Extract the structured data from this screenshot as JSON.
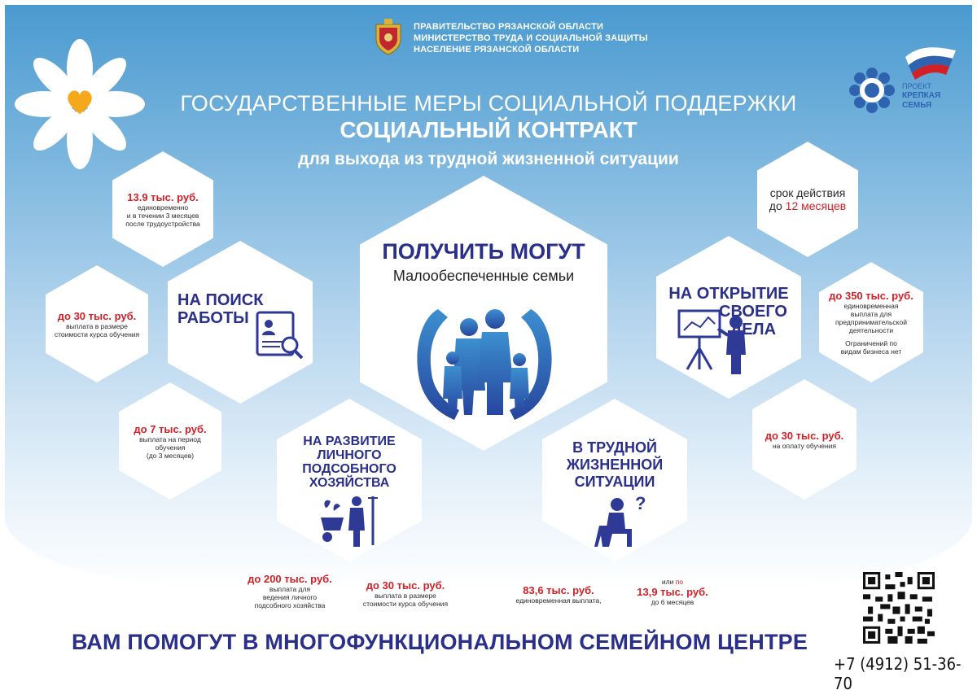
{
  "header": {
    "ministry_lines": [
      "ПРАВИТЕЛЬСТВО РЯЗАНСКОЙ ОБЛАСТИ",
      "МИНИСТЕРСТВО ТРУДА И СОЦИАЛЬНОЙ ЗАЩИТЫ",
      "НАСЕЛЕНИЕ РЯЗАНСКОЙ ОБЛАСТИ"
    ],
    "title_line1": "ГОСУДАРСТВЕННЫЕ МЕРЫ СОЦИАЛЬНОЙ ПОДДЕРЖКИ",
    "title_line2": "СОЦИАЛЬНЫЙ КОНТРАКТ",
    "title_line3": "для выхода из трудной жизненной ситуации",
    "project_label": "ПРОЕКТ",
    "project_name_1": "КРЕПКАЯ",
    "project_name_2": "СЕМЬЯ"
  },
  "center": {
    "title": "ПОЛУЧИТЬ МОГУТ",
    "subtitle": "Малообеспеченные семьи"
  },
  "categories": {
    "job_search": {
      "line1": "НА ПОИСК",
      "line2": "РАБОТЫ"
    },
    "business": {
      "line1": "НА ОТКРЫТИЕ",
      "line2": "СВОЕГО",
      "line3": "ДЕЛА"
    },
    "farm": {
      "line1": "НА РАЗВИТИЕ",
      "line2": "ЛИЧНОГО",
      "line3": "ПОДСОБНОГО",
      "line4": "ХОЗЯЙСТВА"
    },
    "hardship": {
      "line1": "В ТРУДНОЙ",
      "line2": "ЖИЗНЕННОЙ",
      "line3": "СИТУАЦИИ"
    }
  },
  "payments": {
    "lump_13_9": {
      "amount": "13.9 тыс. руб.",
      "l1": "единовременно",
      "l2": "и в течении 3 месяцев",
      "l3": "после трудоустройства"
    },
    "term": {
      "l1": "срок действия",
      "l2_prefix": "до",
      "l2_value": "12 месяцев"
    },
    "course_30_left": {
      "amount": "до 30 тыс. руб.",
      "l1": "выплата в размере",
      "l2": "стоимости курса обучения"
    },
    "period_7": {
      "amount": "до 7 тыс. руб.",
      "l1": "выплата на период",
      "l2": "обучения",
      "l3": "(до 3 месяцев)"
    },
    "business_350": {
      "amount": "до 350 тыс. руб.",
      "l1": "единовременная",
      "l2": "выплата для",
      "l3": "предпринимательской",
      "l4": "деятельности",
      "l5": "Ограничений по",
      "l6": "видам бизнеса нет"
    },
    "study_30_right": {
      "amount": "до 30 тыс. руб.",
      "l1": "на оплату обучения"
    },
    "farm_200": {
      "amount": "до 200 тыс. руб.",
      "l1": "выплата для",
      "l2": "ведения личного",
      "l3": "подсобного хозяйства"
    },
    "farm_course_30": {
      "amount": "до 30 тыс. руб.",
      "l1": "выплата в размере",
      "l2": "стоимости курса обучения"
    },
    "hardship_83_6": {
      "amount": "83,6 тыс. руб.",
      "l1": "единовременная выплата,"
    },
    "hardship_13_9": {
      "pre_a": "или",
      "pre_b": "по",
      "amount": "13,9 тыс. руб.",
      "l1": "до 6 месяцев"
    }
  },
  "footer": {
    "title": "ВАМ ПОМОГУТ В МНОГОФУНКЦИОНАЛЬНОМ СЕМЕЙНОМ ЦЕНТРЕ",
    "phone": "+7 (4912) 51-36-70"
  },
  "colors": {
    "accent_red": "#d32027",
    "title_blue": "#2a2f8a",
    "icon_blue": "#2e3a96",
    "bg_blue": "#4a9ad0"
  },
  "icons": [
    "daisy-icon",
    "regional-crest-icon",
    "krepkaya-semya-logo",
    "russia-flag-wave-icon",
    "family-hands-icon",
    "resume-search-icon",
    "presenter-chart-icon",
    "farmer-wheelbarrow-icon",
    "thinking-person-icon",
    "qr-code"
  ]
}
